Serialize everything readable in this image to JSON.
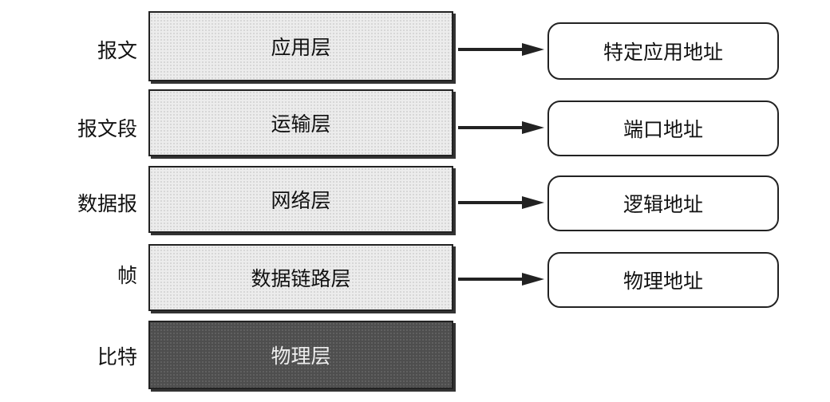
{
  "rows": [
    {
      "pdu": "报文",
      "layer": "应用层",
      "address": "特定应用地址"
    },
    {
      "pdu": "报文段",
      "layer": "运输层",
      "address": "端口地址"
    },
    {
      "pdu": "数据报",
      "layer": "网络层",
      "address": "逻辑地址"
    },
    {
      "pdu": "帧",
      "layer": "数据链路层",
      "address": "物理地址"
    },
    {
      "pdu": "比特",
      "layer": "物理层"
    }
  ]
}
